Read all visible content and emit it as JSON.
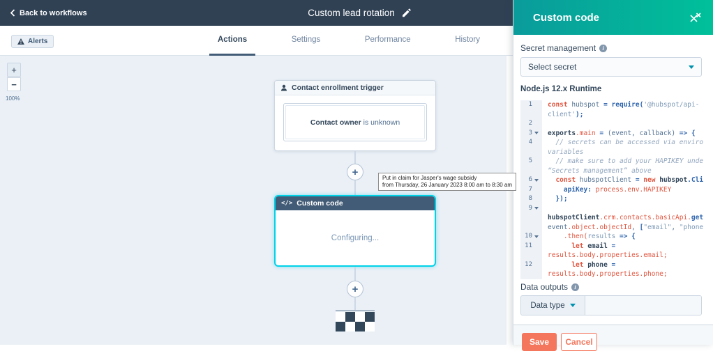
{
  "navbar": {
    "back_label": "Back to workflows",
    "title": "Custom lead rotation"
  },
  "tabs": {
    "alerts_label": "Alerts",
    "items": [
      {
        "label": "Actions",
        "active": true
      },
      {
        "label": "Settings",
        "active": false
      },
      {
        "label": "Performance",
        "active": false
      },
      {
        "label": "History",
        "active": false
      }
    ]
  },
  "canvas": {
    "zoom_in_label": "+",
    "zoom_out_label": "−",
    "zoom_level": "100%",
    "plus_label": "+",
    "trigger_card": {
      "title": "Contact enrollment trigger",
      "condition_bold": "Contact owner",
      "condition_rest": " is unknown"
    },
    "tooltip": {
      "line1": "Put in claim for Jasper's wage subsidy",
      "line2": "from Thursday, 26 January 2023 8:00 am to  8:30 am"
    },
    "action_card": {
      "title": "Custom code",
      "status": "Configuring..."
    }
  },
  "panel": {
    "title": "Custom code",
    "secret_management": {
      "label": "Secret management",
      "placeholder": "Select secret"
    },
    "runtime_label": "Node.js 12.x Runtime",
    "code": {
      "rows": [
        {
          "n": "1",
          "f": false,
          "s": [
            [
              "kw",
              "const "
            ],
            [
              "id",
              "hubspot "
            ],
            [
              "op",
              "= "
            ],
            [
              "fn",
              "require("
            ],
            [
              "str",
              "'@hubspot/api-"
            ]
          ]
        },
        {
          "n": "",
          "s": [
            [
              "str",
              "client'"
            ],
            [
              "op",
              ");"
            ]
          ]
        },
        {
          "n": "2",
          "s": []
        },
        {
          "n": "3",
          "f": true,
          "s": [
            [
              "obj",
              "exports"
            ],
            [
              "prop",
              ".main"
            ],
            [
              "op",
              " = "
            ],
            [
              "id",
              "(event, callback) "
            ],
            [
              "op",
              "=> {"
            ]
          ]
        },
        {
          "n": "4",
          "s": [
            [
              "cm",
              "  // secrets can be accessed via environment"
            ]
          ]
        },
        {
          "n": "",
          "s": [
            [
              "cm",
              "variables"
            ]
          ]
        },
        {
          "n": "5",
          "s": [
            [
              "cm",
              "  // make sure to add your HAPIKEY under"
            ]
          ]
        },
        {
          "n": "",
          "s": [
            [
              "cm",
              "“Secrets management” above"
            ]
          ]
        },
        {
          "n": "6",
          "f": true,
          "s": [
            [
              "kw",
              "  const "
            ],
            [
              "id",
              "hubspotClient "
            ],
            [
              "op",
              "= "
            ],
            [
              "kw",
              "new "
            ],
            [
              "obj",
              "hubspot"
            ],
            [
              "op",
              ".Client({"
            ]
          ]
        },
        {
          "n": "7",
          "s": [
            [
              "op",
              "    apiKey: "
            ],
            [
              "prop",
              "process.env.HAPIKEY"
            ]
          ]
        },
        {
          "n": "8",
          "s": [
            [
              "op",
              "  });"
            ]
          ]
        },
        {
          "n": "9",
          "f": true,
          "s": []
        },
        {
          "n": "",
          "s": [
            [
              "obj",
              "hubspotClient"
            ],
            [
              "prop",
              ".crm.contacts.basicApi."
            ],
            [
              "fn",
              "getById("
            ]
          ]
        },
        {
          "n": "",
          "s": [
            [
              "id",
              "event"
            ],
            [
              "prop",
              ".object.objectId"
            ],
            [
              "id",
              ", "
            ],
            [
              "op",
              "["
            ],
            [
              "str",
              "\"email\""
            ],
            [
              "id",
              ", "
            ],
            [
              "str",
              "\"phone\""
            ],
            [
              "op",
              "])"
            ]
          ]
        },
        {
          "n": "10",
          "f": true,
          "s": [
            [
              "prop",
              "    .then("
            ],
            [
              "str",
              "results "
            ],
            [
              "op",
              "=> {"
            ]
          ]
        },
        {
          "n": "11",
          "s": [
            [
              "kw",
              "      let "
            ],
            [
              "obj",
              "email "
            ],
            [
              "op",
              "="
            ]
          ]
        },
        {
          "n": "",
          "s": [
            [
              "prop",
              "results.body.properties.email;"
            ]
          ]
        },
        {
          "n": "12",
          "s": [
            [
              "kw",
              "      let "
            ],
            [
              "obj",
              "phone "
            ],
            [
              "op",
              "="
            ]
          ]
        },
        {
          "n": "",
          "s": [
            [
              "prop",
              "results.body.properties.phone;"
            ]
          ]
        }
      ]
    },
    "data_outputs": {
      "label": "Data outputs",
      "dropdown_label": "Data type"
    },
    "footer": {
      "save_label": "Save",
      "cancel_label": "Cancel"
    }
  },
  "icons": {
    "back-chevron-icon": "‹",
    "edit-pencil-icon": "pencil",
    "warning-icon": "warning-triangle",
    "person-icon": "person",
    "code-icon": "</>",
    "close-icon": "x",
    "info-icon": "i",
    "caret-down-icon": "▼",
    "fold-arrow-icon": "▾"
  },
  "colors": {
    "navbar_bg": "#304154",
    "canvas_bg": "#eaf0f6",
    "accent_orange": "#f4765c",
    "selection_cyan": "#00d2e8",
    "panel_header_gradient_start": "#0a9b9b",
    "panel_header_gradient_end": "#00c09a",
    "action_header_bg": "#425b76"
  }
}
